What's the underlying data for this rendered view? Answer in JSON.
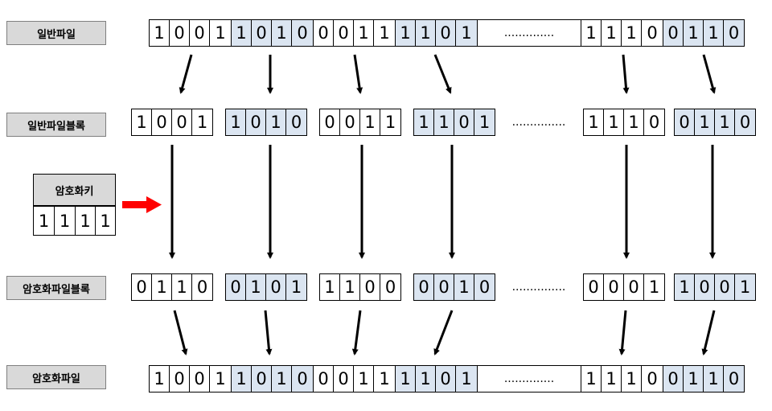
{
  "labels": {
    "plain_file": "일반파일",
    "plain_blocks": "일반파일블록",
    "encryption_key": "암호화키",
    "encrypted_blocks": "암호화파일블록",
    "encrypted_file": "암호화파일"
  },
  "plain_file_bits": {
    "group1": [
      "1",
      "0",
      "0",
      "1"
    ],
    "group2": [
      "1",
      "0",
      "1",
      "0"
    ],
    "group3": [
      "0",
      "0",
      "1",
      "1"
    ],
    "group4": [
      "1",
      "1",
      "0",
      "1"
    ],
    "group5": [
      "1",
      "1",
      "1",
      "0"
    ],
    "group6": [
      "0",
      "1",
      "1",
      "0"
    ]
  },
  "plain_blocks": [
    [
      "1",
      "0",
      "0",
      "1"
    ],
    [
      "1",
      "0",
      "1",
      "0"
    ],
    [
      "0",
      "0",
      "1",
      "1"
    ],
    [
      "1",
      "1",
      "0",
      "1"
    ],
    [
      "1",
      "1",
      "1",
      "0"
    ],
    [
      "0",
      "1",
      "1",
      "0"
    ]
  ],
  "key_bits": [
    "1",
    "1",
    "1",
    "1"
  ],
  "encrypted_blocks": [
    [
      "0",
      "1",
      "1",
      "0"
    ],
    [
      "0",
      "1",
      "0",
      "1"
    ],
    [
      "1",
      "1",
      "0",
      "0"
    ],
    [
      "0",
      "0",
      "1",
      "0"
    ],
    [
      "0",
      "0",
      "0",
      "1"
    ],
    [
      "1",
      "0",
      "0",
      "1"
    ]
  ],
  "encrypted_file_bits": {
    "group1": [
      "1",
      "0",
      "0",
      "1"
    ],
    "group2": [
      "1",
      "0",
      "1",
      "0"
    ],
    "group3": [
      "0",
      "0",
      "1",
      "1"
    ],
    "group4": [
      "1",
      "1",
      "0",
      "1"
    ],
    "group5": [
      "1",
      "1",
      "1",
      "0"
    ],
    "group6": [
      "0",
      "1",
      "1",
      "0"
    ]
  },
  "ellipsis_row1": "..............",
  "ellipsis_row2": "...............",
  "ellipsis_row3": "...............",
  "ellipsis_row4": "..............",
  "colors": {
    "highlight": "#dbe5f1",
    "label_bg": "#d9d9d9",
    "key_arrow": "#ff0000"
  }
}
